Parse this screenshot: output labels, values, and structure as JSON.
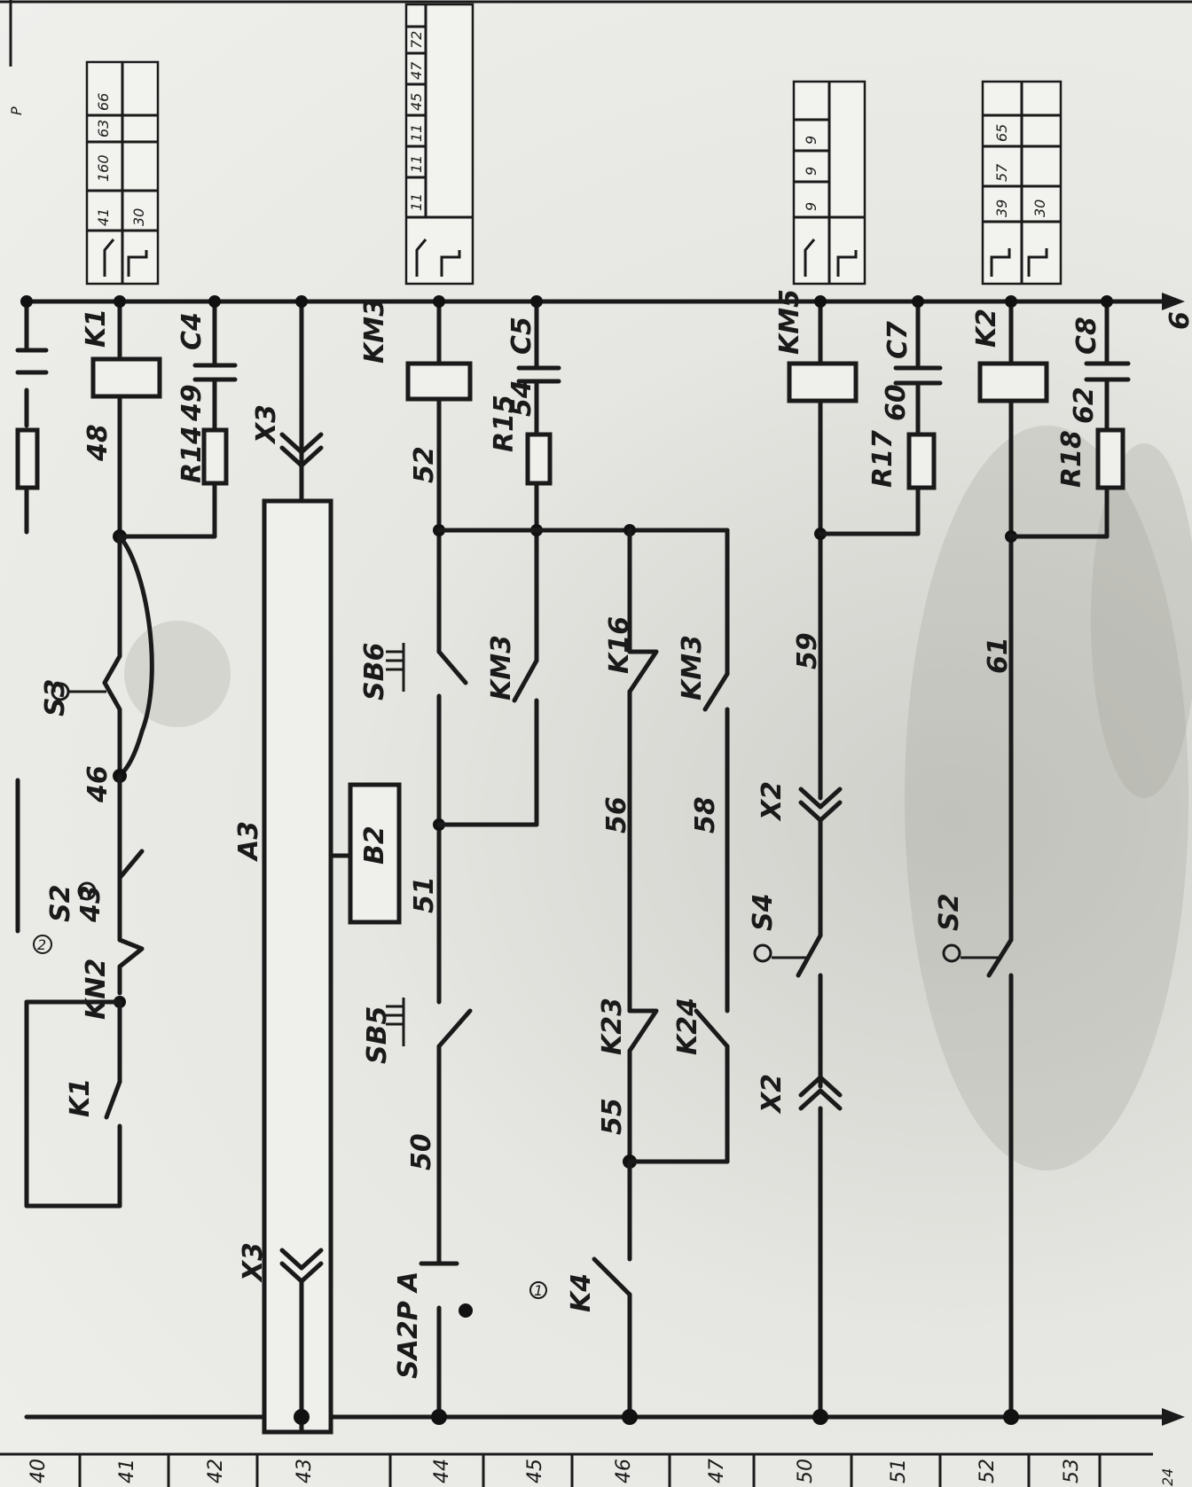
{
  "diagram": {
    "rail_top_label": "6",
    "rail_bottom_label": "24",
    "row_numbers": [
      "40",
      "41",
      "42",
      "43",
      "44",
      "45",
      "46",
      "47",
      "50",
      "51",
      "52",
      "53"
    ],
    "edge_mark_top": "Р",
    "components": {
      "K1_coil": "K1",
      "C4": "C4",
      "R14": "R14",
      "n49": "49",
      "n48": "48",
      "S3": "S3",
      "n46": "46",
      "KN2": "KN2",
      "n43": "43",
      "S2_top": "S2",
      "circ2": "2",
      "K1_contact": "K1",
      "X3_right": "X3",
      "A3": "A3",
      "X3_left": "X3",
      "B2": "B2",
      "KM3_coil": "KM3",
      "C5": "C5",
      "R15": "R15",
      "n54": "54",
      "n52": "52",
      "SB6": "SB6",
      "KM3_c1": "KM3",
      "n51": "51",
      "SB5": "SB5",
      "n50": "50",
      "SA2PA": "SA2P A",
      "K16": "K16",
      "KM3_c2": "KM3",
      "n56": "56",
      "n58": "58",
      "K23": "K23",
      "K24": "K24",
      "n55": "55",
      "circ1": "1",
      "K4": "K4",
      "KM5_coil": "KM5",
      "C7": "C7",
      "R17": "R17",
      "n60": "60",
      "n59": "59",
      "X2_right": "X2",
      "S4": "S4",
      "X2_left": "X2",
      "K2_coil": "K2",
      "C8": "C8",
      "R18": "R18",
      "n62": "62",
      "n61": "61",
      "S2_bot": "S2"
    },
    "tables": {
      "K1": {
        "cells_top": [
          "41",
          "160",
          "63",
          "66"
        ],
        "cells_bot": [
          "30",
          "",
          "",
          ""
        ]
      },
      "KM3": {
        "cells_top": [
          "11",
          "11",
          "11",
          "45",
          "47",
          "72"
        ]
      },
      "KM5": {
        "cells_top": [
          "9",
          "9",
          "9",
          ""
        ]
      },
      "K2": {
        "cells_top": [
          "39",
          "57",
          "65",
          ""
        ],
        "cells_bot": [
          "30",
          "",
          "",
          ""
        ]
      }
    }
  }
}
